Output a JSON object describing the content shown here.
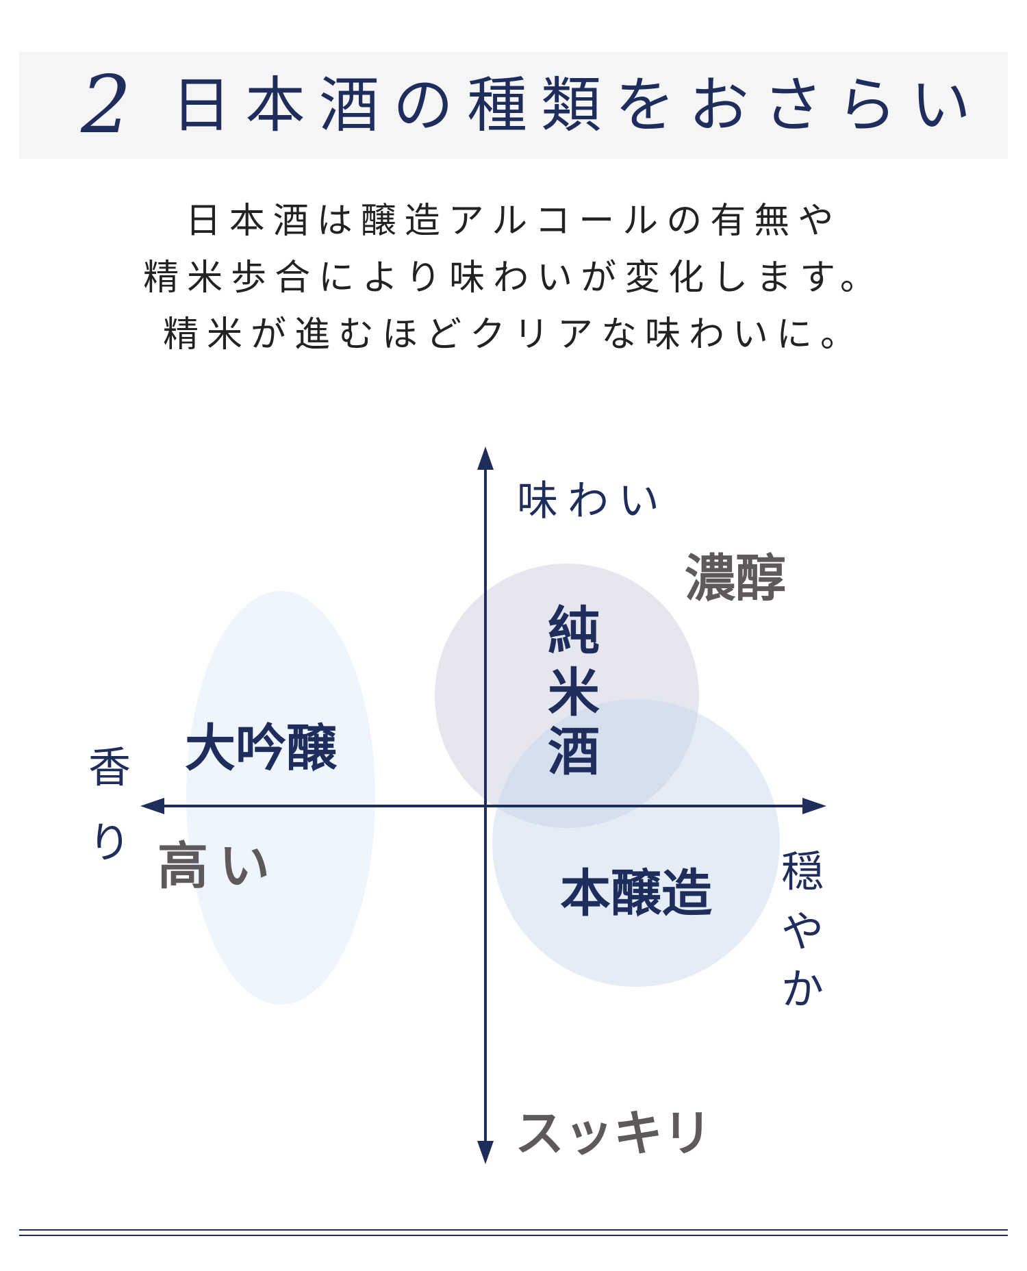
{
  "header": {
    "number": "2",
    "title": "日本酒の種類をおさらい"
  },
  "intro": {
    "lines": [
      "日本酒は醸造アルコールの有無や",
      "精米歩合により味わいが変化します。",
      "精米が進むほどクリアな味わいに。"
    ]
  },
  "diagram": {
    "axes": {
      "top": "味わい",
      "top_right": "濃醇",
      "bottom": "スッキリ",
      "left_line1": "香",
      "left_line2": "り",
      "left_lower": "高い",
      "right_chars": [
        "穏",
        "や",
        "か"
      ]
    },
    "regions": {
      "ginjo": "大吟醸",
      "junmai_chars": [
        "純",
        "米",
        "酒"
      ],
      "honjozo": "本醸造"
    },
    "colors": {
      "navy": "#1f2d5c",
      "gray_text": "#5e5a5c",
      "ginjo_fill": "#eef5fc",
      "junmai_fill": "#e6e6ee",
      "honjozo_fill": "#c3d6ea"
    }
  }
}
